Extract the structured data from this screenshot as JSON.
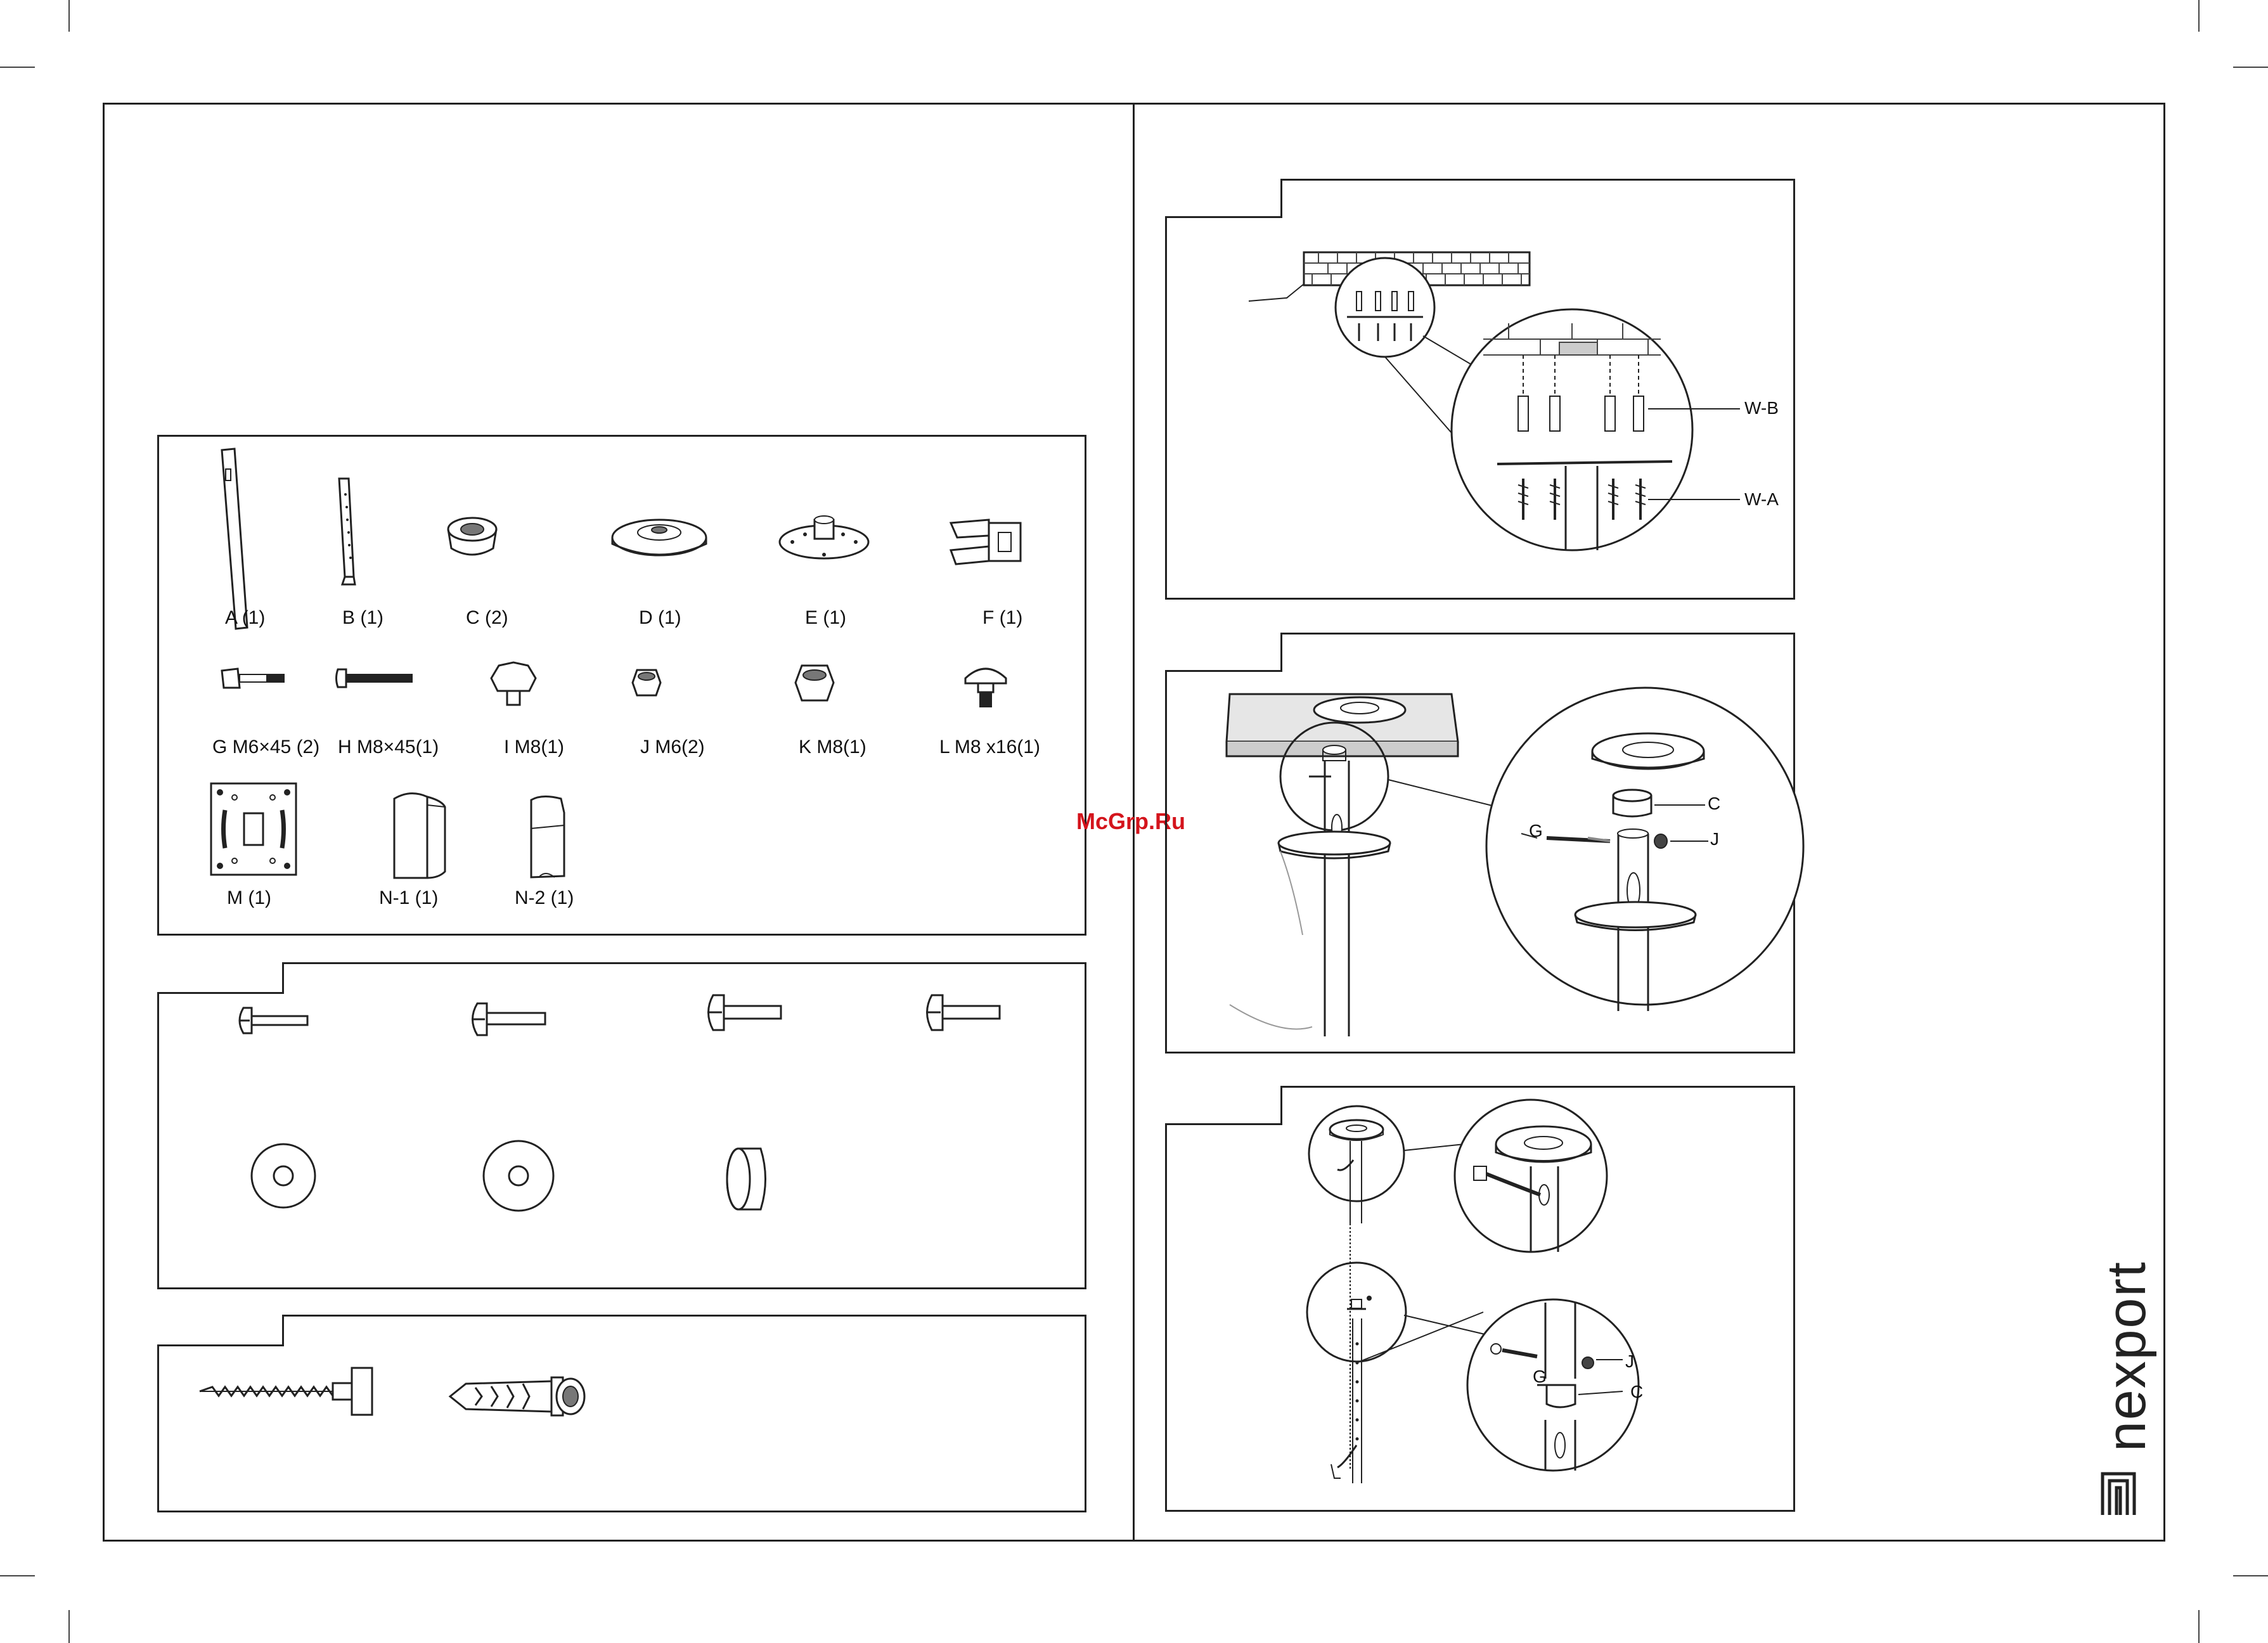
{
  "parts": [
    {
      "id": "A",
      "label": "A (1)"
    },
    {
      "id": "B",
      "label": "B (1)"
    },
    {
      "id": "C",
      "label": "C (2)"
    },
    {
      "id": "D",
      "label": "D (1)"
    },
    {
      "id": "E",
      "label": "E (1)"
    },
    {
      "id": "F",
      "label": "F (1)"
    },
    {
      "id": "G",
      "label": "G  M6×45 (2)"
    },
    {
      "id": "H",
      "label": "H M8×45(1)"
    },
    {
      "id": "I",
      "label": "I  M8(1)"
    },
    {
      "id": "J",
      "label": "J  M6(2)"
    },
    {
      "id": "K",
      "label": "K   M8(1)"
    },
    {
      "id": "L",
      "label": "L  M8 x16(1)"
    },
    {
      "id": "M",
      "label": "M  (1)"
    },
    {
      "id": "N1",
      "label": "N-1  (1)"
    },
    {
      "id": "N2",
      "label": "N-2 (1)"
    }
  ],
  "callouts": {
    "wb": "W-B",
    "wa": "W-A",
    "step2_c": "C",
    "step2_g": "G",
    "step2_j": "J",
    "step3_j": "J",
    "step3_g": "G",
    "step3_c": "C"
  },
  "watermark": "McGrp.Ru",
  "brand": "nexport",
  "colors": {
    "line": "#222222",
    "watermark": "#d4141c"
  }
}
